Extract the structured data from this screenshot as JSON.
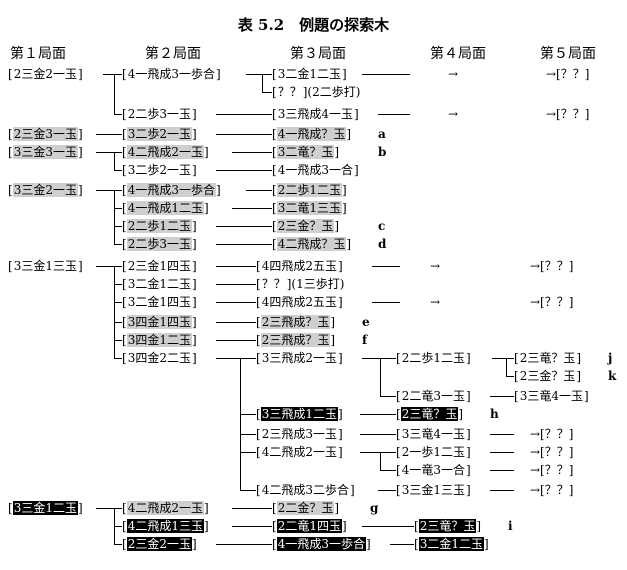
{
  "title": "表 5.2　例題の探索木",
  "headers": [
    "第１局面",
    "第２局面",
    "第３局面",
    "第４局面",
    "第５局面"
  ],
  "nodes": [
    {
      "id": "n1",
      "text": "2三金2一玉",
      "hl": "none"
    },
    {
      "id": "n2",
      "text": "4一飛成3一歩合",
      "hl": "none"
    },
    {
      "id": "n3",
      "text": "3二金1二玉",
      "hl": "none"
    },
    {
      "id": "n4",
      "text": "？？",
      "hl": "none",
      "suffix": "(2二歩打)"
    },
    {
      "id": "n5",
      "text": "2二歩3一玉",
      "hl": "none"
    },
    {
      "id": "n6",
      "text": "3三飛成4一玉",
      "hl": "none"
    },
    {
      "id": "n7",
      "text": "2三金3一玉",
      "hl": "gray"
    },
    {
      "id": "n8",
      "text": "3二歩2一玉",
      "hl": "gray"
    },
    {
      "id": "n9",
      "text": "4一飛成？玉",
      "hl": "gray"
    },
    {
      "id": "n10",
      "text": "3三金3一玉",
      "hl": "gray"
    },
    {
      "id": "n11",
      "text": "4二飛成2一玉",
      "hl": "gray"
    },
    {
      "id": "n12",
      "text": "3二竜？玉",
      "hl": "gray"
    },
    {
      "id": "n13",
      "text": "3二歩2一玉",
      "hl": "none"
    },
    {
      "id": "n14",
      "text": "4一飛成3一合",
      "hl": "none"
    },
    {
      "id": "n15",
      "text": "3三金2一玉",
      "hl": "gray"
    },
    {
      "id": "n16",
      "text": "4一飛成3一歩合",
      "hl": "gray"
    },
    {
      "id": "n17",
      "text": "2二歩1二玉",
      "hl": "gray"
    },
    {
      "id": "n18",
      "text": "4一飛成1二玉",
      "hl": "gray"
    },
    {
      "id": "n19",
      "text": "3二竜1三玉",
      "hl": "gray"
    },
    {
      "id": "n20",
      "text": "2二歩1二玉",
      "hl": "gray"
    },
    {
      "id": "n21",
      "text": "2三金？玉",
      "hl": "gray"
    },
    {
      "id": "n22",
      "text": "2二歩3一玉",
      "hl": "gray"
    },
    {
      "id": "n23",
      "text": "4二飛成？玉",
      "hl": "gray"
    },
    {
      "id": "n24",
      "text": "3三金1三玉",
      "hl": "none"
    },
    {
      "id": "n25",
      "text": "2三金1四玉",
      "hl": "none"
    },
    {
      "id": "n26",
      "text": "4四飛成2五玉",
      "hl": "none"
    },
    {
      "id": "n27",
      "text": "3二金1二玉",
      "hl": "none"
    },
    {
      "id": "n28",
      "text": "？？",
      "hl": "none",
      "suffix": "(1三歩打)"
    },
    {
      "id": "n29",
      "text": "3二金1四玉",
      "hl": "none"
    },
    {
      "id": "n30",
      "text": "4四飛成2五玉",
      "hl": "none"
    },
    {
      "id": "n31",
      "text": "3四金1四玉",
      "hl": "gray"
    },
    {
      "id": "n32",
      "text": "2三飛成？玉",
      "hl": "gray"
    },
    {
      "id": "n33",
      "text": "3四金1二玉",
      "hl": "gray"
    },
    {
      "id": "n34",
      "text": "2三飛成？玉",
      "hl": "gray"
    },
    {
      "id": "n35",
      "text": "3四金2二玉",
      "hl": "none"
    },
    {
      "id": "n36",
      "text": "3三飛成2一玉",
      "hl": "none"
    },
    {
      "id": "n37",
      "text": "2二歩1二玉",
      "hl": "none"
    },
    {
      "id": "n38",
      "text": "2三竜？玉",
      "hl": "none"
    },
    {
      "id": "n39",
      "text": "2三金？玉",
      "hl": "none"
    },
    {
      "id": "n40",
      "text": "2二竜3一玉",
      "hl": "none"
    },
    {
      "id": "n41",
      "text": "3三竜4一玉",
      "hl": "none"
    },
    {
      "id": "n42",
      "text": "3三飛成1二玉",
      "hl": "black"
    },
    {
      "id": "n43",
      "text": "2三竜？玉",
      "hl": "black"
    },
    {
      "id": "n44",
      "text": "2三飛成3一玉",
      "hl": "none"
    },
    {
      "id": "n45",
      "text": "3三竜4一玉",
      "hl": "none"
    },
    {
      "id": "n46",
      "text": "4二飛成2一玉",
      "hl": "none"
    },
    {
      "id": "n47",
      "text": "2一歩1二玉",
      "hl": "none"
    },
    {
      "id": "n48",
      "text": "4一竜3一合",
      "hl": "none"
    },
    {
      "id": "n49",
      "text": "4二飛成3二歩合",
      "hl": "none"
    },
    {
      "id": "n50",
      "text": "3三金1三玉",
      "hl": "none"
    },
    {
      "id": "n51",
      "text": "3三金1二玉",
      "hl": "black"
    },
    {
      "id": "n52",
      "text": "4二飛成2一玉",
      "hl": "gray"
    },
    {
      "id": "n53",
      "text": "2二金？玉",
      "hl": "gray"
    },
    {
      "id": "n54",
      "text": "4二飛成1三玉",
      "hl": "black"
    },
    {
      "id": "n55",
      "text": "2二竜1四玉",
      "hl": "black"
    },
    {
      "id": "n56",
      "text": "2三竜？玉",
      "hl": "black"
    },
    {
      "id": "n57",
      "text": "2三金2一玉",
      "hl": "black"
    },
    {
      "id": "n58",
      "text": "4一飛成3一歩合",
      "hl": "black"
    },
    {
      "id": "n59",
      "text": "3二金1二玉",
      "hl": "black"
    }
  ],
  "tags": [
    {
      "id": "a",
      "text": "a"
    },
    {
      "id": "b",
      "text": "b"
    },
    {
      "id": "c",
      "text": "c"
    },
    {
      "id": "d",
      "text": "d"
    },
    {
      "id": "e",
      "text": "e"
    },
    {
      "id": "f",
      "text": "f"
    },
    {
      "id": "g",
      "text": "g"
    },
    {
      "id": "h",
      "text": "h"
    },
    {
      "id": "i",
      "text": "i"
    },
    {
      "id": "j",
      "text": "j"
    },
    {
      "id": "k",
      "text": "k"
    }
  ],
  "arrows": [
    {
      "id": "a1",
      "text": "→"
    },
    {
      "id": "a2",
      "text": "→[？？]"
    },
    {
      "id": "a3",
      "text": "→"
    },
    {
      "id": "a4",
      "text": "→[？？]"
    },
    {
      "id": "a5",
      "text": "→"
    },
    {
      "id": "a6",
      "text": "→[？？]"
    },
    {
      "id": "a7",
      "text": "→"
    },
    {
      "id": "a8",
      "text": "→[？？]"
    },
    {
      "id": "a9",
      "text": "→[？？]"
    },
    {
      "id": "a10",
      "text": "→[？？]"
    },
    {
      "id": "a11",
      "text": "→[？？]"
    },
    {
      "id": "a12",
      "text": "→[？？]"
    },
    {
      "id": "a13",
      "text": "→[？？]"
    }
  ]
}
